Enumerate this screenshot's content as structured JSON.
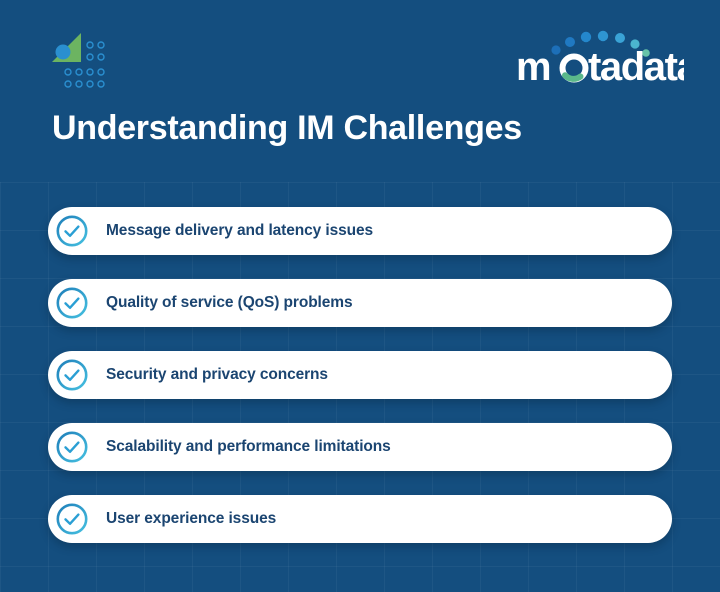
{
  "slide": {
    "background_color": "#144e7f",
    "grid_line_color": "rgba(255,255,255,0.045)"
  },
  "header": {
    "brand_mark": {
      "icon_name": "triangle-dot-grid-mark",
      "triangle_color": "#6cb461",
      "circle_color": "#2a8fd0",
      "dot_color": "#2a8fd0"
    },
    "logo": {
      "wordmark": "motadata",
      "wordmark_color": "#ffffff",
      "arc_dot_colors": [
        "#1d6fb8",
        "#2079c2",
        "#2487cc",
        "#2e95d2",
        "#3aa3d6",
        "#4bb5cf",
        "#67c3a8"
      ],
      "o_ring_accent_color": "#5ab88a",
      "icon_name": "motadata-logo"
    }
  },
  "title": {
    "text": "Understanding IM Challenges",
    "color": "#ffffff"
  },
  "list": {
    "item_background": "#ffffff",
    "item_text_color": "#1b4571",
    "check_icon_name": "check-circle-icon",
    "check_icon_ring_colors": [
      "#1f7fba",
      "#45c0e0"
    ],
    "check_icon_check_color": "#2a9fd4",
    "items": [
      {
        "label": "Message delivery and latency issues"
      },
      {
        "label": "Quality of service (QoS) problems"
      },
      {
        "label": "Security and privacy concerns"
      },
      {
        "label": "Scalability and performance limitations"
      },
      {
        "label": "User experience issues"
      }
    ]
  }
}
